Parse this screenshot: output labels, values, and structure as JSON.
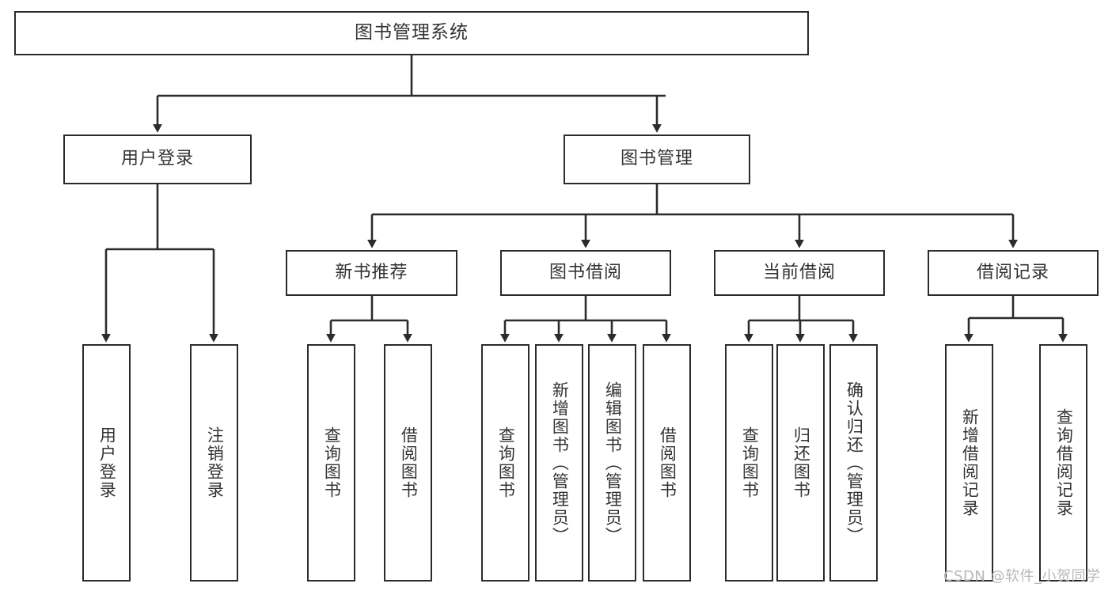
{
  "diagram": {
    "type": "tree-hierarchy-chart",
    "title": "图书管理系统",
    "root": {
      "id": "root",
      "label": "图书管理系统"
    },
    "level2": [
      {
        "id": "user-login",
        "label": "用户登录"
      },
      {
        "id": "book-management",
        "label": "图书管理"
      }
    ],
    "level3": [
      {
        "id": "new-book-recommend",
        "label": "新书推荐",
        "parent": "book-management"
      },
      {
        "id": "book-borrow",
        "label": "图书借阅",
        "parent": "book-management"
      },
      {
        "id": "current-borrow",
        "label": "当前借阅",
        "parent": "book-management"
      },
      {
        "id": "borrow-record",
        "label": "借阅记录",
        "parent": "book-management"
      }
    ],
    "leaves": {
      "user_login": [
        {
          "id": "leaf-user-login",
          "label": "用户登录"
        },
        {
          "id": "leaf-user-logout",
          "label": "注销登录"
        }
      ],
      "new_book_recommend": [
        {
          "id": "leaf-query-book-1",
          "label": "查询图书"
        },
        {
          "id": "leaf-borrow-book-1",
          "label": "借阅图书"
        }
      ],
      "book_borrow": [
        {
          "id": "leaf-query-book-2",
          "label": "查询图书"
        },
        {
          "id": "leaf-add-book",
          "label": "新增图书（管理员）"
        },
        {
          "id": "leaf-edit-book",
          "label": "编辑图书（管理员）"
        },
        {
          "id": "leaf-borrow-book-2",
          "label": "借阅图书"
        }
      ],
      "current_borrow": [
        {
          "id": "leaf-query-book-3",
          "label": "查询图书"
        },
        {
          "id": "leaf-return-book",
          "label": "归还图书"
        },
        {
          "id": "leaf-confirm-return",
          "label": "确认归还（管理员）"
        }
      ],
      "borrow_record": [
        {
          "id": "leaf-add-record",
          "label": "新增借阅记录"
        },
        {
          "id": "leaf-query-record",
          "label": "查询借阅记录"
        }
      ]
    }
  },
  "watermark": {
    "text": "CSDN @软件_小贺同学"
  },
  "colors": {
    "stroke": "#2b2b2b",
    "text": "#333333",
    "background": "#ffffff",
    "watermark": "#b8b8b8"
  }
}
